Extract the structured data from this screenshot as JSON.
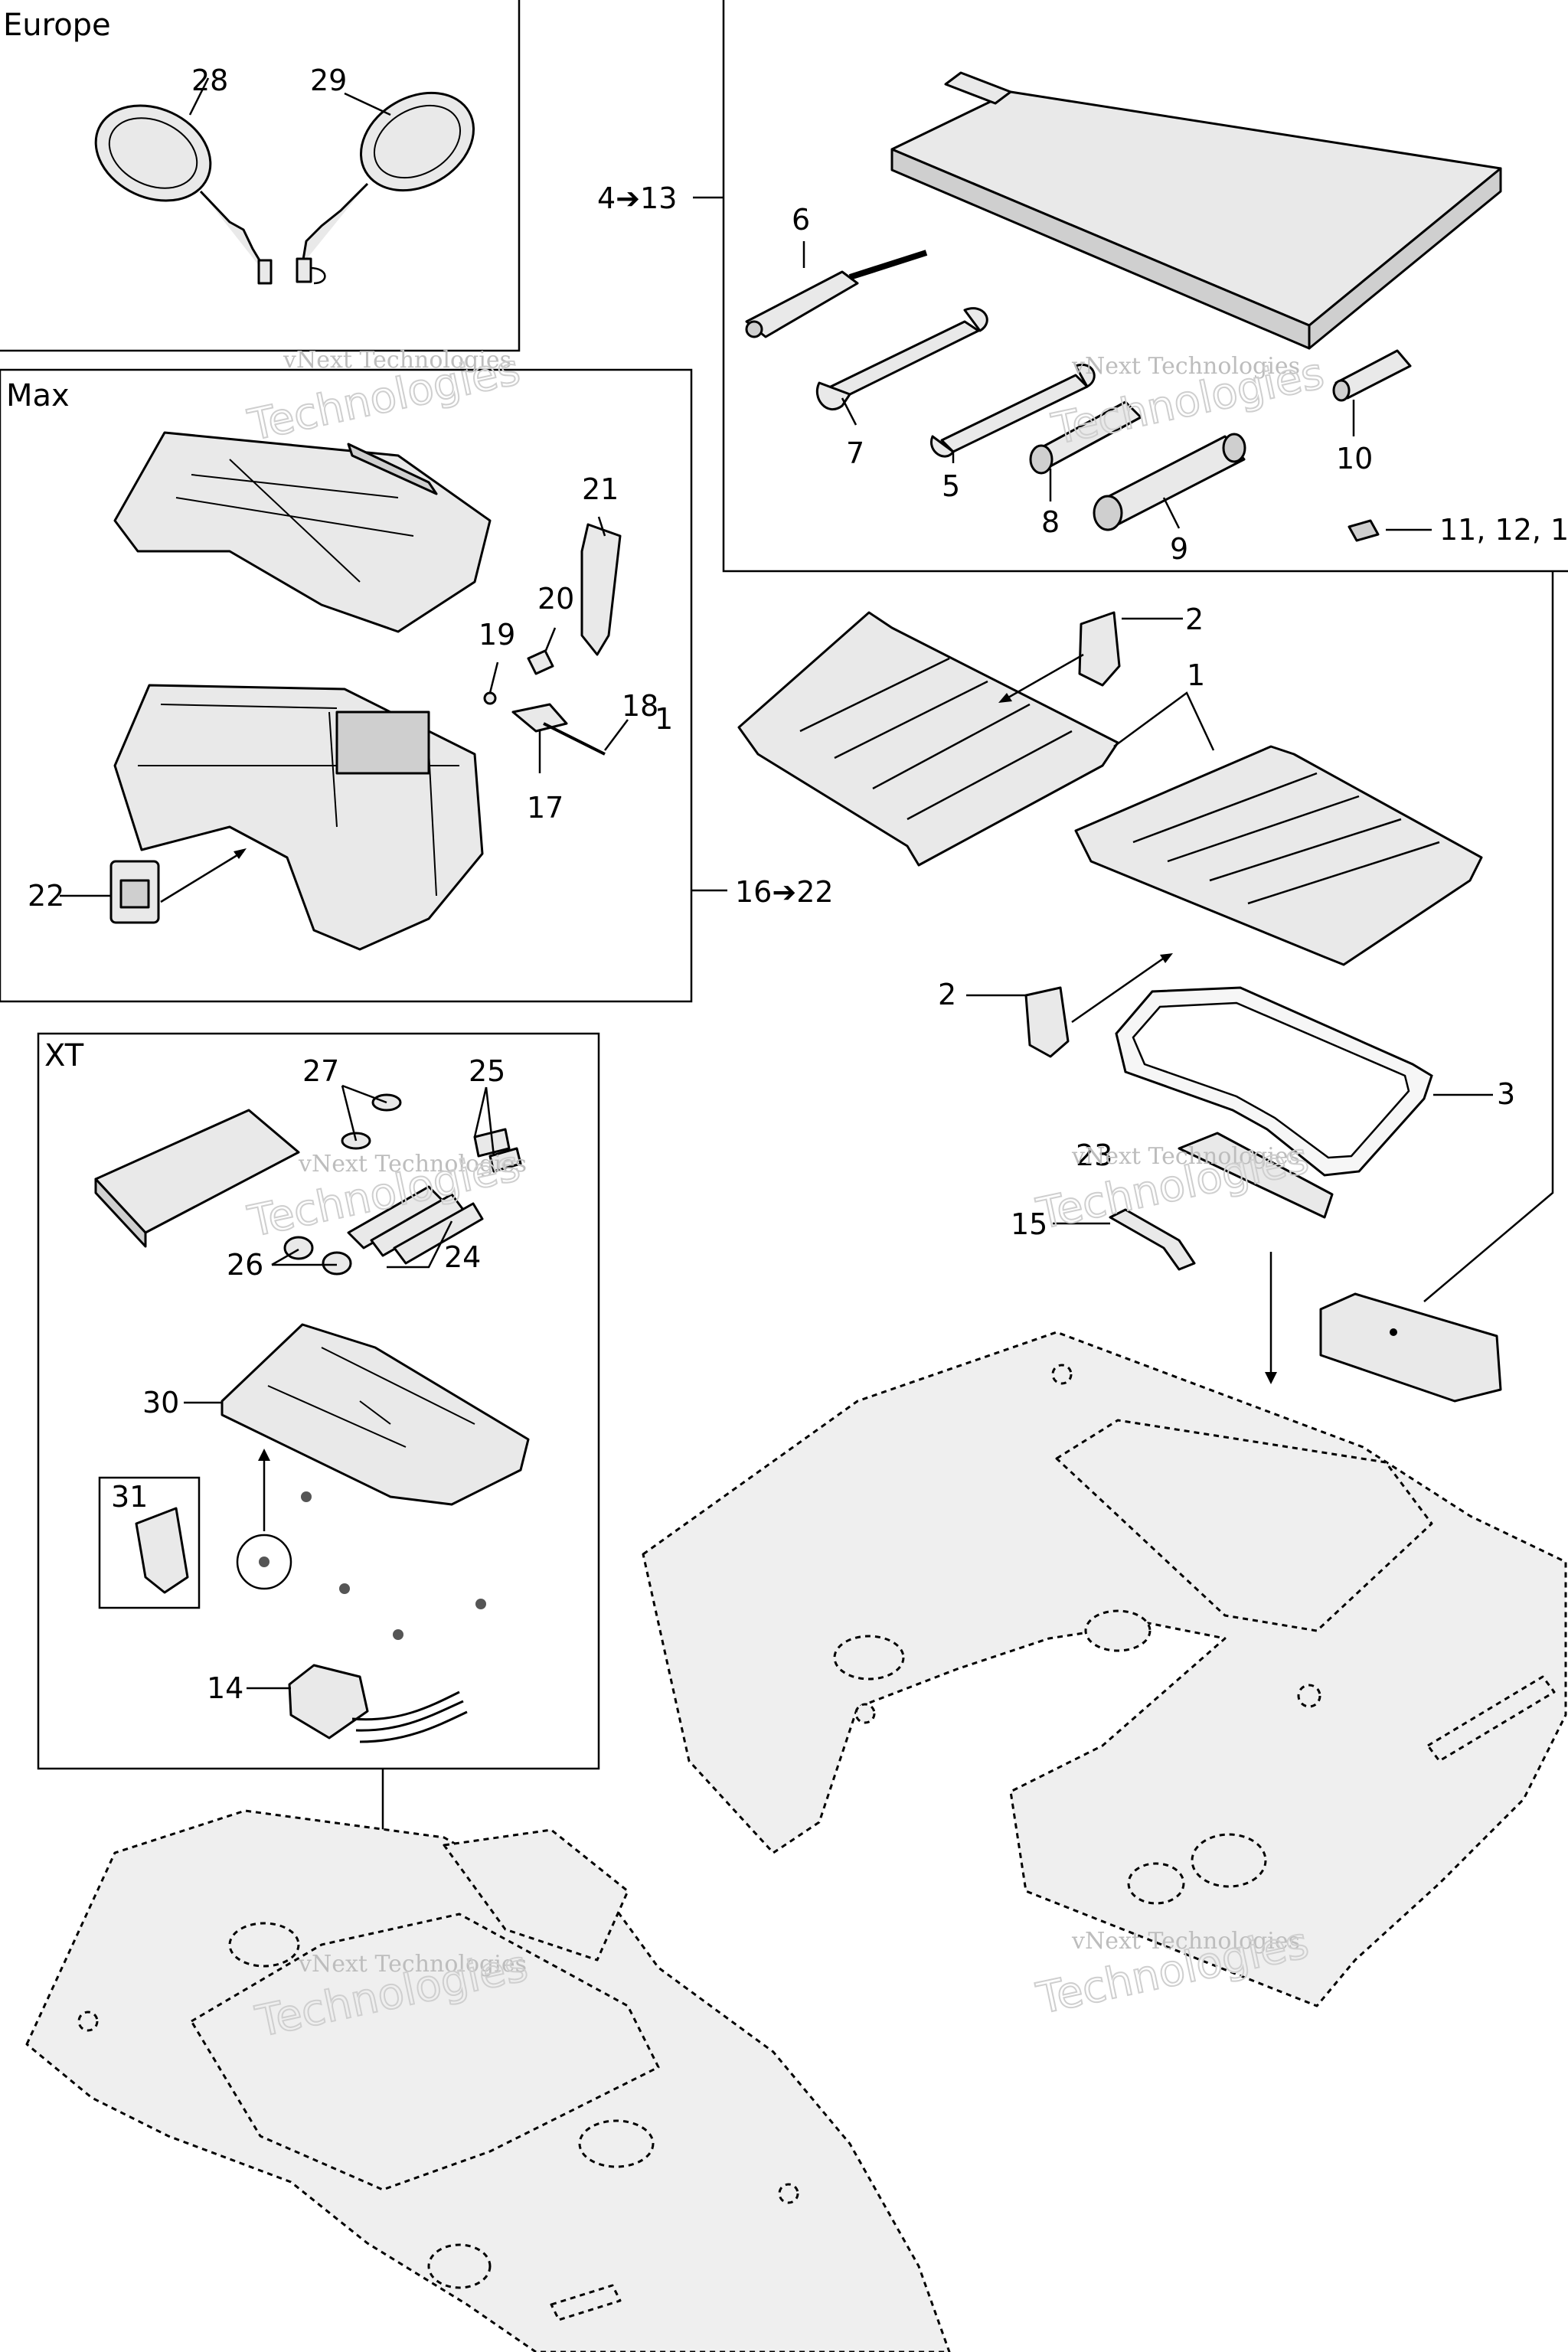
{
  "sections": {
    "europe": "Europe",
    "max": "Max",
    "xt": "XT"
  },
  "ranges": {
    "r4_13": "4➔13",
    "r16_22": "16➔22"
  },
  "callouts": {
    "c1a": "1",
    "c1b": "1",
    "c2a": "2",
    "c2b": "2",
    "c3": "3",
    "c5": "5",
    "c6": "6",
    "c7": "7",
    "c8": "8",
    "c9": "9",
    "c10": "10",
    "c11": "11, 12, 1",
    "c14": "14",
    "c15": "15",
    "c17": "17",
    "c18": "18",
    "c19": "19",
    "c20": "20",
    "c21": "21",
    "c22": "22",
    "c23": "23",
    "c24": "24",
    "c25": "25",
    "c26": "26",
    "c27": "27",
    "c28": "28",
    "c29": "29",
    "c30": "30",
    "c31": "31"
  },
  "watermark": {
    "small": "vNext Technologies",
    "big": "Technologies"
  }
}
